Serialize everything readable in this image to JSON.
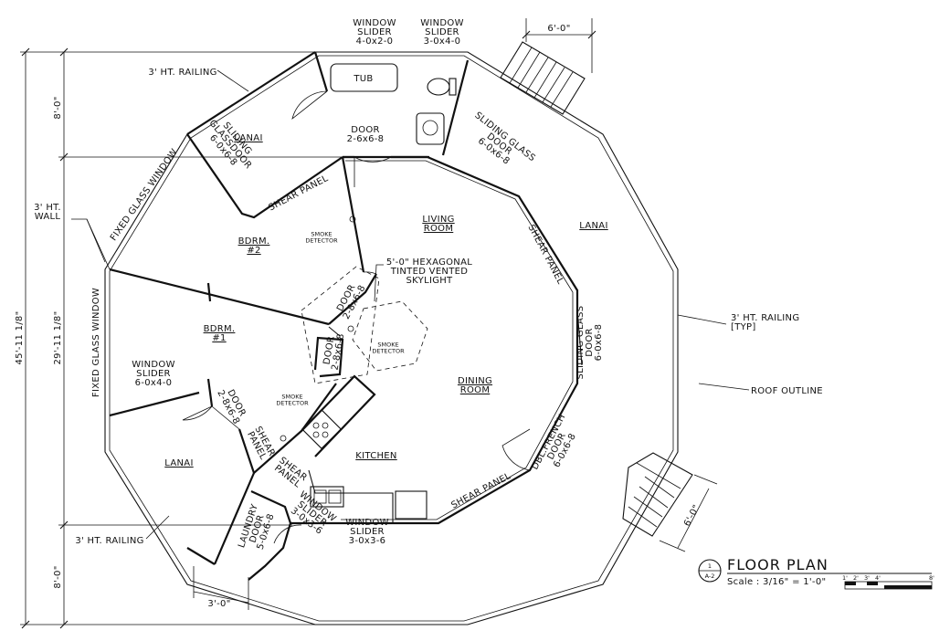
{
  "labels": {
    "window_slider_1": [
      "WINDOW",
      "SLIDER",
      "4-0x2-0"
    ],
    "window_slider_2": [
      "WINDOW",
      "SLIDER",
      "3-0x4-0"
    ],
    "dim_6_top": "6'-0\"",
    "railing_top": "3' HT. RAILING",
    "tub": "TUB",
    "lanai_top": "LANAI",
    "sliding_glass_door_left": [
      "SLIDING",
      "GLASSDOOR",
      "6-0x6-8"
    ],
    "door_bath": [
      "DOOR",
      "2-6x6-8"
    ],
    "sliding_glass_door_top": [
      "SLIDING GLASS",
      "DOOR",
      "6-0x6-8"
    ],
    "dim_8_top": "8'-0\"",
    "fixed_glass_window_top": "FIXED GLASS WINDOW",
    "ht_wall": [
      "3' HT.",
      "WALL"
    ],
    "shear_panel_1": "SHEAR PANEL",
    "living_room": [
      "LIVING",
      "ROOM"
    ],
    "lanai_right": "LANAI",
    "smoke_detector": [
      "SMOKE",
      "DETECTOR"
    ],
    "bdrm2": [
      "BDRM.",
      "#2"
    ],
    "shear_panel_right": "SHEAR PANEL",
    "skylight": [
      "5'-0\" HEXAGONAL",
      "TINTED VENTED",
      "SKYLIGHT"
    ],
    "dim_45": "45'-11 1/8\"",
    "dim_29": "29'-11 1/8\"",
    "door_closet_1": [
      "DOOR",
      "2-8x6-8"
    ],
    "door_closet_2": [
      "DOOR",
      "2-8x6-8"
    ],
    "railing_typ": [
      "3' HT. RAILING",
      "[TYP]"
    ],
    "sliding_glass_door_right": [
      "SLIDING GLASS",
      "DOOR",
      "6-0x6-8"
    ],
    "bdrm1": [
      "BDRM.",
      "#1"
    ],
    "fixed_glass_window_left": "FIXED GLASS WINDOW",
    "window_slider_3": [
      "WINDOW",
      "SLIDER",
      "6-0x4-0"
    ],
    "roof_outline": "ROOF OUTLINE",
    "dining_room": [
      "DINING",
      "ROOM"
    ],
    "door_bdrm1": [
      "DOOR",
      "2-8x6-8"
    ],
    "shear_panel_kitchen": [
      "SHEAR",
      "PANEL"
    ],
    "dbl_french_door": [
      "DBL.FRENCH",
      "DOOR",
      "6-0x6-8"
    ],
    "kitchen": "KITCHEN",
    "lanai_left": "LANAI",
    "shear_panel_bottom": "SHEAR PANEL",
    "shear_panel_laundry": [
      "SHEAR",
      "PANEL"
    ],
    "window_slider_kitchen": [
      "WINDOW",
      "SLIDER",
      "3-0x3-6"
    ],
    "laundry_door": [
      "LAUNDRY",
      "DOOR",
      "5-0x6-8"
    ],
    "window_slider_4": [
      "WINDOW",
      "SLIDER",
      "3-0x3-6"
    ],
    "railing_bottom": "3' HT. RAILING",
    "dim_8_bottom": "8'-0\"",
    "dim_6_right": "6'-0\"",
    "dim_3": "3'-0\"",
    "title": "FLOOR PLAN",
    "sheet_num": "1",
    "sheet_ref": "A-2",
    "scale": "Scale : 3/16\" = 1'-0\"",
    "scale_ticks": [
      "1'",
      "2'",
      "3'",
      "4'",
      "8'"
    ]
  }
}
